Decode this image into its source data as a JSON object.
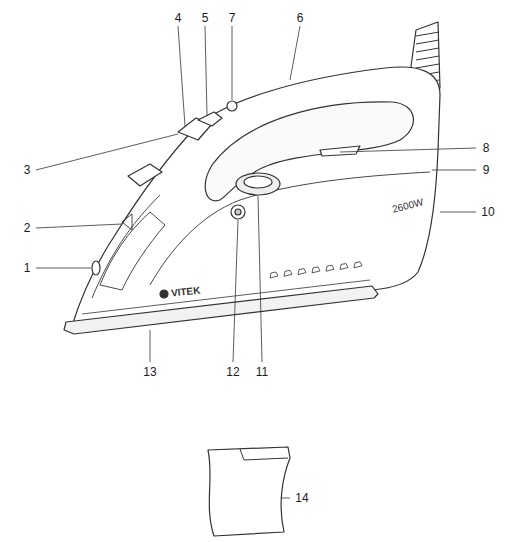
{
  "diagram": {
    "labels": [
      "4",
      "5",
      "7",
      "6",
      "3",
      "8",
      "9",
      "2",
      "10",
      "1",
      "13",
      "12",
      "11",
      "14",
      "VITEK",
      "2600W"
    ]
  }
}
